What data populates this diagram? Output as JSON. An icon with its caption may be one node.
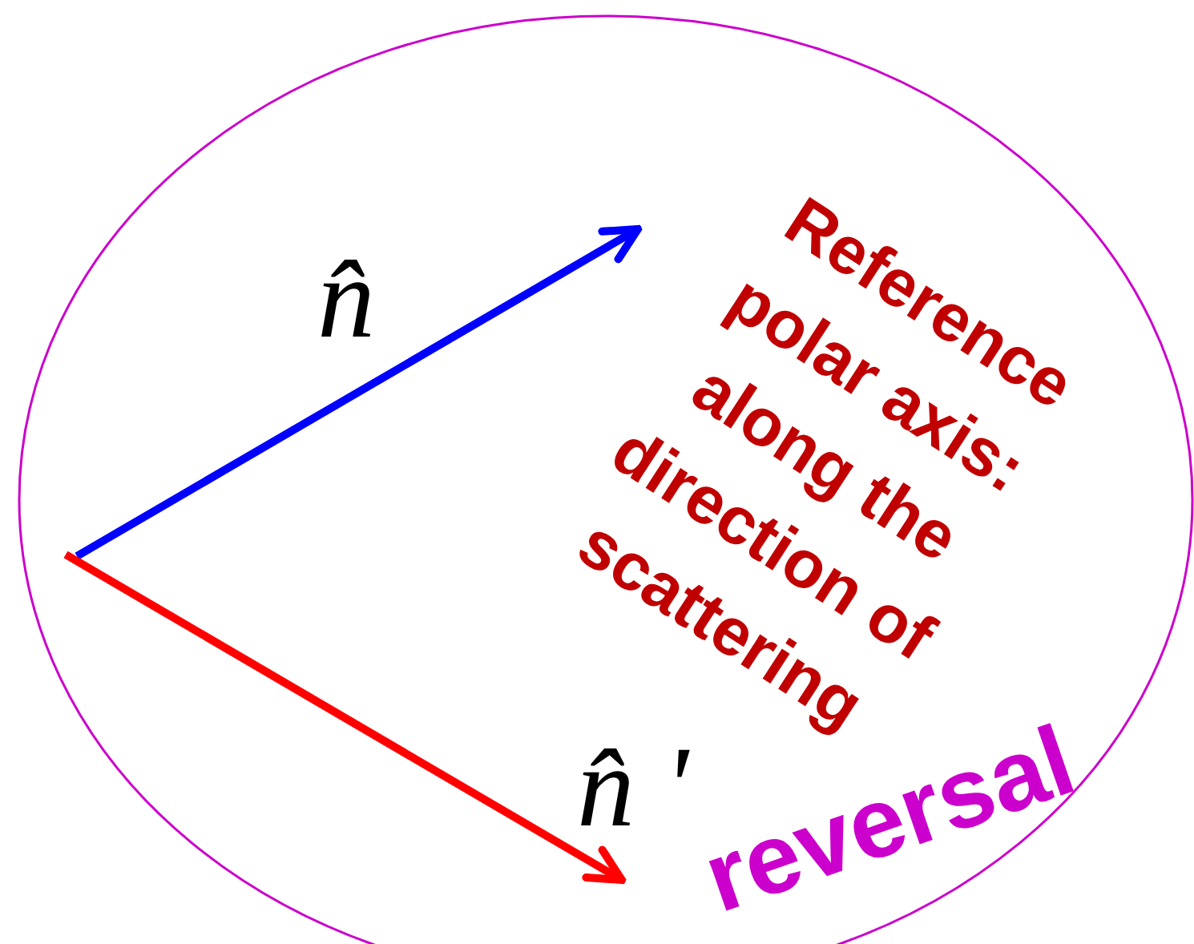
{
  "diagram": {
    "labels": [
      "n̂",
      "n̂ '",
      "Reference polar axis: along the direction of scattering",
      "reversal"
    ]
  }
}
